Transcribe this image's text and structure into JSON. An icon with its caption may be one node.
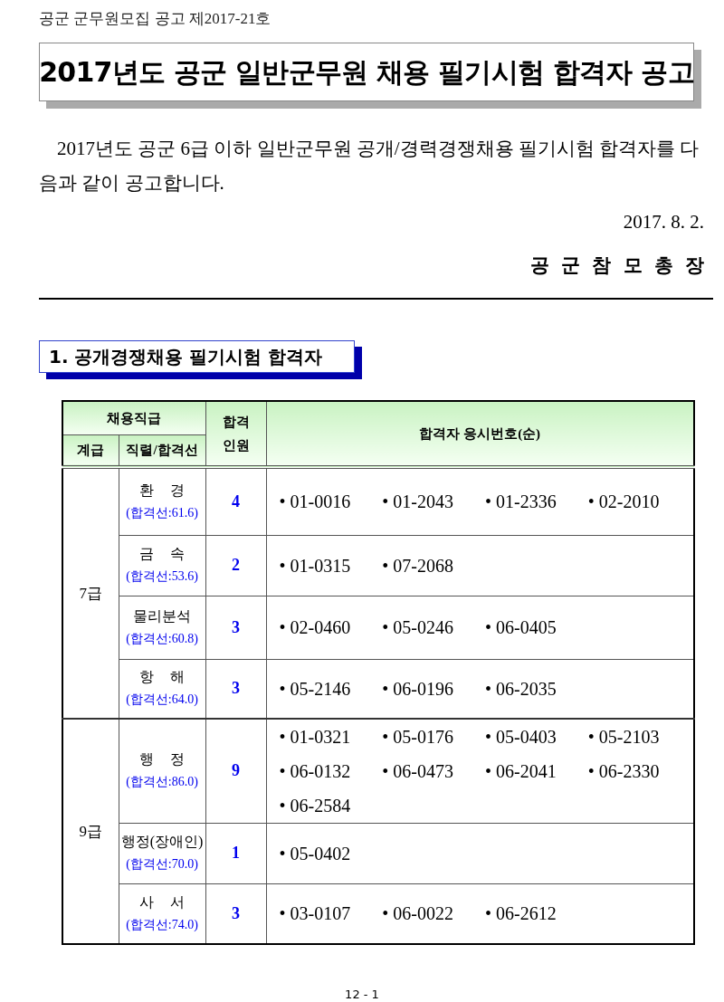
{
  "diagram": {
    "title": "2017년도 공군 일반군무원 채용 필기시험 합격자 공고",
    "labels": [
      "공군 군무원모집 공고 제2017-21호",
      "2017년도 공군 6급 이하 일반군무원 공개/경력경쟁채용 필기시험 합격자를 다음과 같이 공고합니다.",
      "2017. 8. 2.",
      "공 군 참 모 총 장",
      "1. 공개경쟁채용 필기시험 합격자",
      "채용직급",
      "합격 인원",
      "합격자 응시번호(순)",
      "계급",
      "직렬/합격선",
      "7급",
      "환 경",
      "(합격선:61.6)",
      "4",
      "• 01-0016",
      "• 01-2043",
      "• 01-2336",
      "• 02-2010",
      "금 속",
      "(합격선:53.6)",
      "2",
      "• 01-0315",
      "• 07-2068",
      "물리분석",
      "(합격선:60.8)",
      "3",
      "• 02-0460",
      "• 05-0246",
      "• 06-0405",
      "항 해",
      "(합격선:64.0)",
      "3",
      "• 05-2146",
      "• 06-0196",
      "• 06-2035",
      "9급",
      "행 정",
      "(합격선:86.0)",
      "9",
      "• 01-0321",
      "• 05-0176",
      "• 05-0403",
      "• 05-2103",
      "• 06-0132",
      "• 06-0473",
      "• 06-2041",
      "• 06-2330",
      "• 06-2584",
      "행정(장애인)",
      "(합격선:70.0)",
      "1",
      "• 05-0402",
      "사 서",
      "(합격선:74.0)",
      "3",
      "• 03-0107",
      "• 06-0022",
      "• 06-2612",
      "12 - 1"
    ]
  }
}
